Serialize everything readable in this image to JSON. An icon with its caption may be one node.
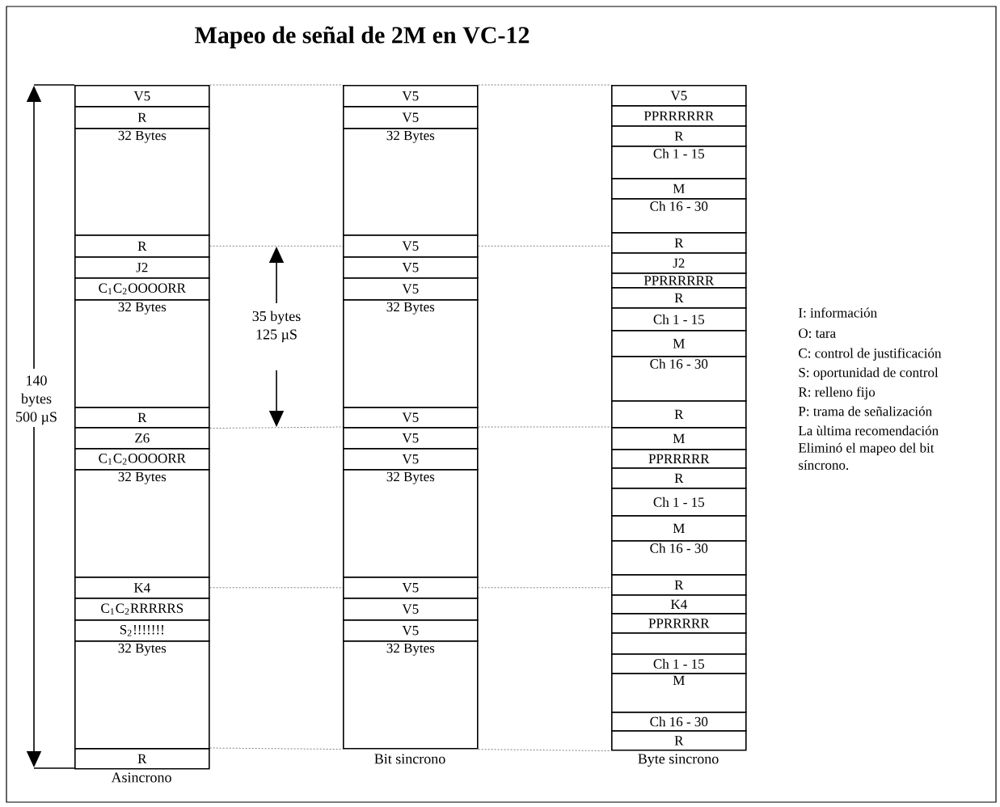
{
  "diagram": {
    "title": "Mapeo de señal de 2M en VC-12",
    "nodes": [
      {
        "text": [
          "V5"
        ]
      },
      {
        "text": [
          "R"
        ]
      },
      {
        "text": [
          "32 Bytes"
        ]
      },
      {
        "text": [
          "R"
        ]
      },
      {
        "text": [
          "J2"
        ]
      },
      {
        "text": [
          "C$_{1}$C$_{2}$OOOORR"
        ]
      },
      {
        "text": [
          "32 Bytes"
        ]
      },
      {
        "text": [
          "R"
        ]
      },
      {
        "text": [
          "Z6"
        ]
      },
      {
        "text": [
          "C$_{1}$C$_{2}$OOOORR"
        ]
      },
      {
        "text": [
          "32 Bytes"
        ]
      },
      {
        "text": [
          "K4"
        ]
      },
      {
        "text": [
          "C$_{1}$C$_{2}$RRRRRS"
        ]
      },
      {
        "text": [
          "S$_{2}$!!!!!!!"
        ]
      },
      {
        "text": [
          "32 Bytes"
        ]
      },
      {
        "text": [
          "R"
        ]
      },
      {
        "text": [
          "V5"
        ]
      },
      {
        "text": [
          "V5"
        ]
      },
      {
        "text": [
          "32 Bytes"
        ]
      },
      {
        "text": [
          "V5"
        ]
      },
      {
        "text": [
          "V5"
        ]
      },
      {
        "text": [
          "V5"
        ]
      },
      {
        "text": [
          "32 Bytes"
        ]
      },
      {
        "text": [
          "V5"
        ]
      },
      {
        "text": [
          "V5"
        ]
      },
      {
        "text": [
          "V5"
        ]
      },
      {
        "text": [
          "32 Bytes"
        ]
      },
      {
        "text": [
          "V5"
        ]
      },
      {
        "text": [
          "V5"
        ]
      },
      {
        "text": [
          "V5"
        ]
      },
      {
        "text": [
          "32 Bytes"
        ]
      },
      {
        "text": [
          "V5"
        ]
      },
      {
        "text": [
          "PPRRRRRR"
        ]
      },
      {
        "text": [
          "R"
        ]
      },
      {
        "text": [
          "Ch 1 - 15"
        ]
      },
      {
        "text": [
          "M"
        ]
      },
      {
        "text": [
          "Ch 16 - 30"
        ]
      },
      {
        "text": [
          "R"
        ]
      },
      {
        "text": [
          "J2"
        ]
      },
      {
        "text": [
          "PPRRRRRR"
        ]
      },
      {
        "text": [
          "R"
        ]
      },
      {
        "text": [
          "Ch 1 - 15"
        ]
      },
      {
        "text": [
          "M"
        ]
      },
      {
        "text": [
          "Ch 16 - 30"
        ]
      },
      {
        "text": [
          "R"
        ]
      },
      {
        "text": [
          "M"
        ]
      },
      {
        "text": [
          "PPRRRRR"
        ]
      },
      {
        "text": [
          "R"
        ]
      },
      {
        "text": [
          "Ch 1 - 15"
        ]
      },
      {
        "text": [
          "M"
        ]
      },
      {
        "text": [
          "Ch 16 - 30"
        ]
      },
      {
        "text": [
          "R"
        ]
      },
      {
        "text": [
          "K4"
        ]
      },
      {
        "text": [
          "PPRRRRR"
        ]
      },
      {
        "text": [],
        "shape": "box"
      },
      {
        "text": [
          "Ch 1 - 15"
        ]
      },
      {
        "text": [
          "M"
        ]
      },
      {
        "text": [
          "Ch 16 - 30"
        ]
      },
      {
        "text": [
          "R"
        ]
      }
    ],
    "edges": [
      {
        "from": 0,
        "to": 16,
        "arrow": "none",
        "style": "dashed"
      },
      {
        "from": 16,
        "to": 31,
        "arrow": "none",
        "style": "dashed"
      },
      {
        "from": 3,
        "to": 19,
        "arrow": "none",
        "style": "dashed"
      },
      {
        "from": 19,
        "to": 37,
        "arrow": "none",
        "style": "dashed"
      },
      {
        "from": 7,
        "to": 24,
        "arrow": "none",
        "style": "dashed"
      },
      {
        "from": 24,
        "to": 45,
        "arrow": "none",
        "style": "dashed"
      },
      {
        "from": 11,
        "to": 27,
        "arrow": "none",
        "style": "dashed"
      },
      {
        "from": 27,
        "to": 51,
        "arrow": "none",
        "style": "dashed"
      },
      {
        "from": 15,
        "to": 30,
        "arrow": "none",
        "style": "dashed"
      },
      {
        "from": 30,
        "to": 58,
        "arrow": "none",
        "style": "dashed"
      }
    ],
    "labels": [
      "140 bytes 500 µS",
      "35 bytes 125 µS",
      "I: información",
      "O: tara",
      "C: control de justificación",
      "S: oportunidad de control",
      "R: relleno fijo",
      "P: trama de señalización",
      "La ùltima recomendación Eliminó el mapeo del bit síncrono.",
      "Asincrono",
      "Bit sincrono",
      "Byte sincrono"
    ]
  }
}
